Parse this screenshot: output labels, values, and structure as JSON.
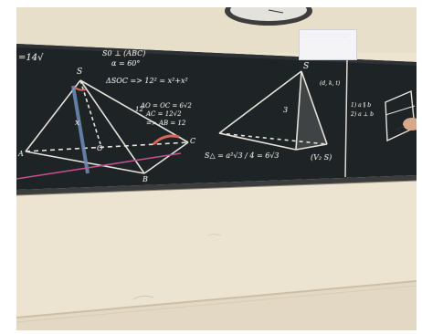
{
  "scene": {
    "description_colors": {
      "wall": "#ece3d0",
      "board": "#1f2427",
      "chalk": "#e8e6dd",
      "skirting": "#ddd3bf",
      "clock_frame": "#3a3a3a"
    }
  },
  "notice_paper": {
    "text": "· · · · · · · · · · · · · · · · · · · · · · · · · · · · · · · · · · · · · · · · · · · · ·"
  },
  "chalkboard": {
    "top_left": "=14√",
    "formula_1": "S0 ⊥ (ABC)",
    "formula_2": "α = 60°",
    "formula_3": "ΔSOC => 12² = x²+x²",
    "formula_4": "AO = OC = 6√2",
    "formula_5": "AC = 12√2",
    "formula_6": "=> AB = 12",
    "area_formula": "S△ = a²√3 / 4 = 6√3",
    "bottom_right": "(V₂ S)",
    "label_s1": "S",
    "label_s2": "S",
    "label_a": "A",
    "label_b": "B",
    "label_c": "C",
    "label_o": "O",
    "label_x": "x",
    "label_12": "12",
    "label_3": "3",
    "right_panel_1": "(d, k, t)",
    "right_panel_2": "1) a ∥ b",
    "right_panel_3": "2) a ⊥ b"
  }
}
